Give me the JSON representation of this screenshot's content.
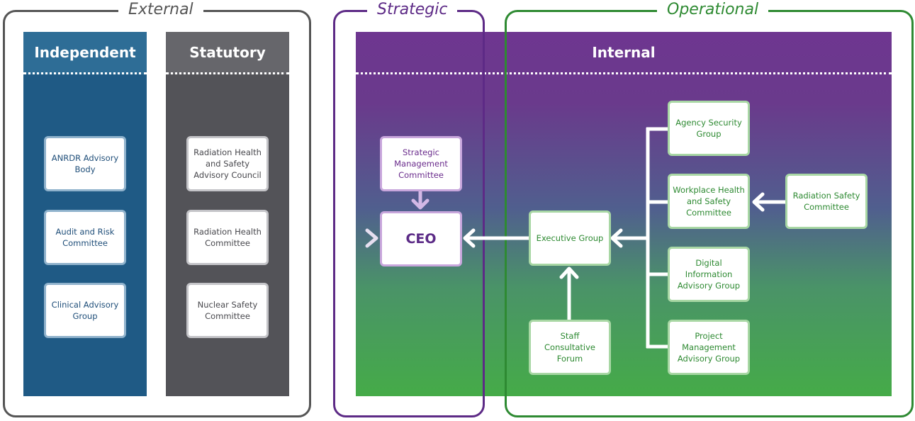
{
  "groups": {
    "external": "External",
    "strategic": "Strategic",
    "operational": "Operational"
  },
  "columns": {
    "independent": {
      "title": "Independent",
      "items": [
        "ANRDR Advisory Body",
        "Audit and Risk Committee",
        "Clinical Advisory Group"
      ]
    },
    "statutory": {
      "title": "Statutory",
      "items": [
        "Radiation Health and Safety Advisory Council",
        "Radiation Health Committee",
        "Nuclear Safety Committee"
      ]
    },
    "internal": {
      "title": "Internal"
    }
  },
  "strategic": {
    "smc": "Strategic Management Committee",
    "ceo": "CEO"
  },
  "operational": {
    "executive_group": "Executive Group",
    "staff_forum": "Staff Consultative Forum",
    "agency_security": "Agency Security Group",
    "whs": "Workplace Health and Safety Committee",
    "digital_info": "Digital Information Advisory Group",
    "project_mgmt": "Project Management Advisory Group",
    "radiation_safety": "Radiation Safety Committee"
  },
  "colors": {
    "independent_blue": "#1f5a85",
    "independent_header": "#2e6d96",
    "statutory_grey": "#535358",
    "statutory_header": "#66666b",
    "internal_purple": "#6e3690",
    "internal_green": "#45ab48",
    "external_border": "#555555",
    "strategic_border": "#5d2a86",
    "operational_border": "#2e8a32"
  },
  "icons": [
    "arrow-right-icon",
    "arrow-down-icon",
    "arrow-left-icon",
    "arrow-up-icon"
  ]
}
